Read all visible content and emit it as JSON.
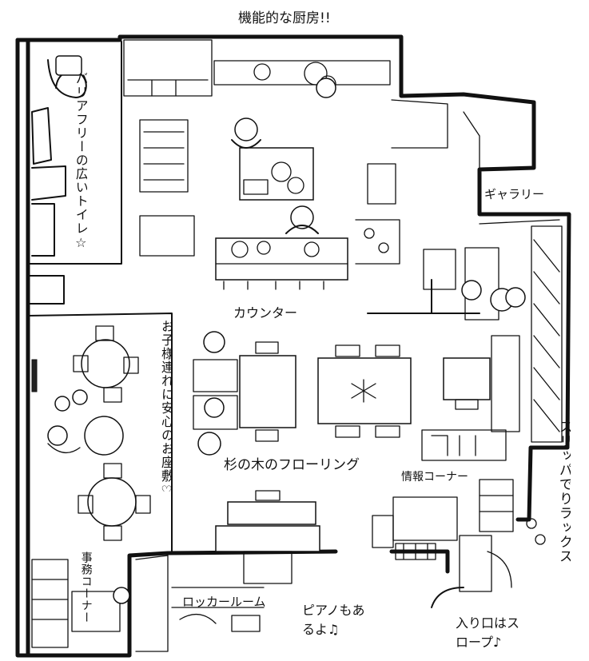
{
  "labels": {
    "kitchen": "機能的な厨房!!",
    "toilet": "バリアフリーの広いトイレ☆",
    "gallery": "ギャラリー",
    "counter": "カウンター",
    "tatami": "お子様連れに安心のお座敷♡",
    "flooring": "杉の木のフローリング",
    "info_corner": "情報コーナー",
    "slipper_rack": "スリッパでりラックス",
    "office": "事務コーナー",
    "locker": "ロッカールーム",
    "piano": "ピアノもあるよ♫",
    "entrance": "入り口はスロープ♪"
  }
}
